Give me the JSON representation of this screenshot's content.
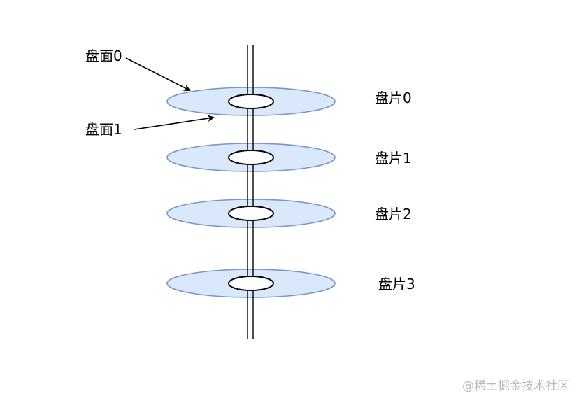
{
  "colors": {
    "platter_fill": "#dae8fc",
    "platter_stroke": "#7b96c6",
    "spindle": "#000000",
    "arrow": "#000000",
    "background": "#ffffff",
    "watermark": "#b9b9b9"
  },
  "labels": {
    "surface_0": "盘面0",
    "surface_1": "盘面1"
  },
  "platters": [
    {
      "label": "盘片0"
    },
    {
      "label": "盘片1"
    },
    {
      "label": "盘片2"
    },
    {
      "label": "盘片3"
    }
  ],
  "watermark": "@稀土掘金技术社区"
}
